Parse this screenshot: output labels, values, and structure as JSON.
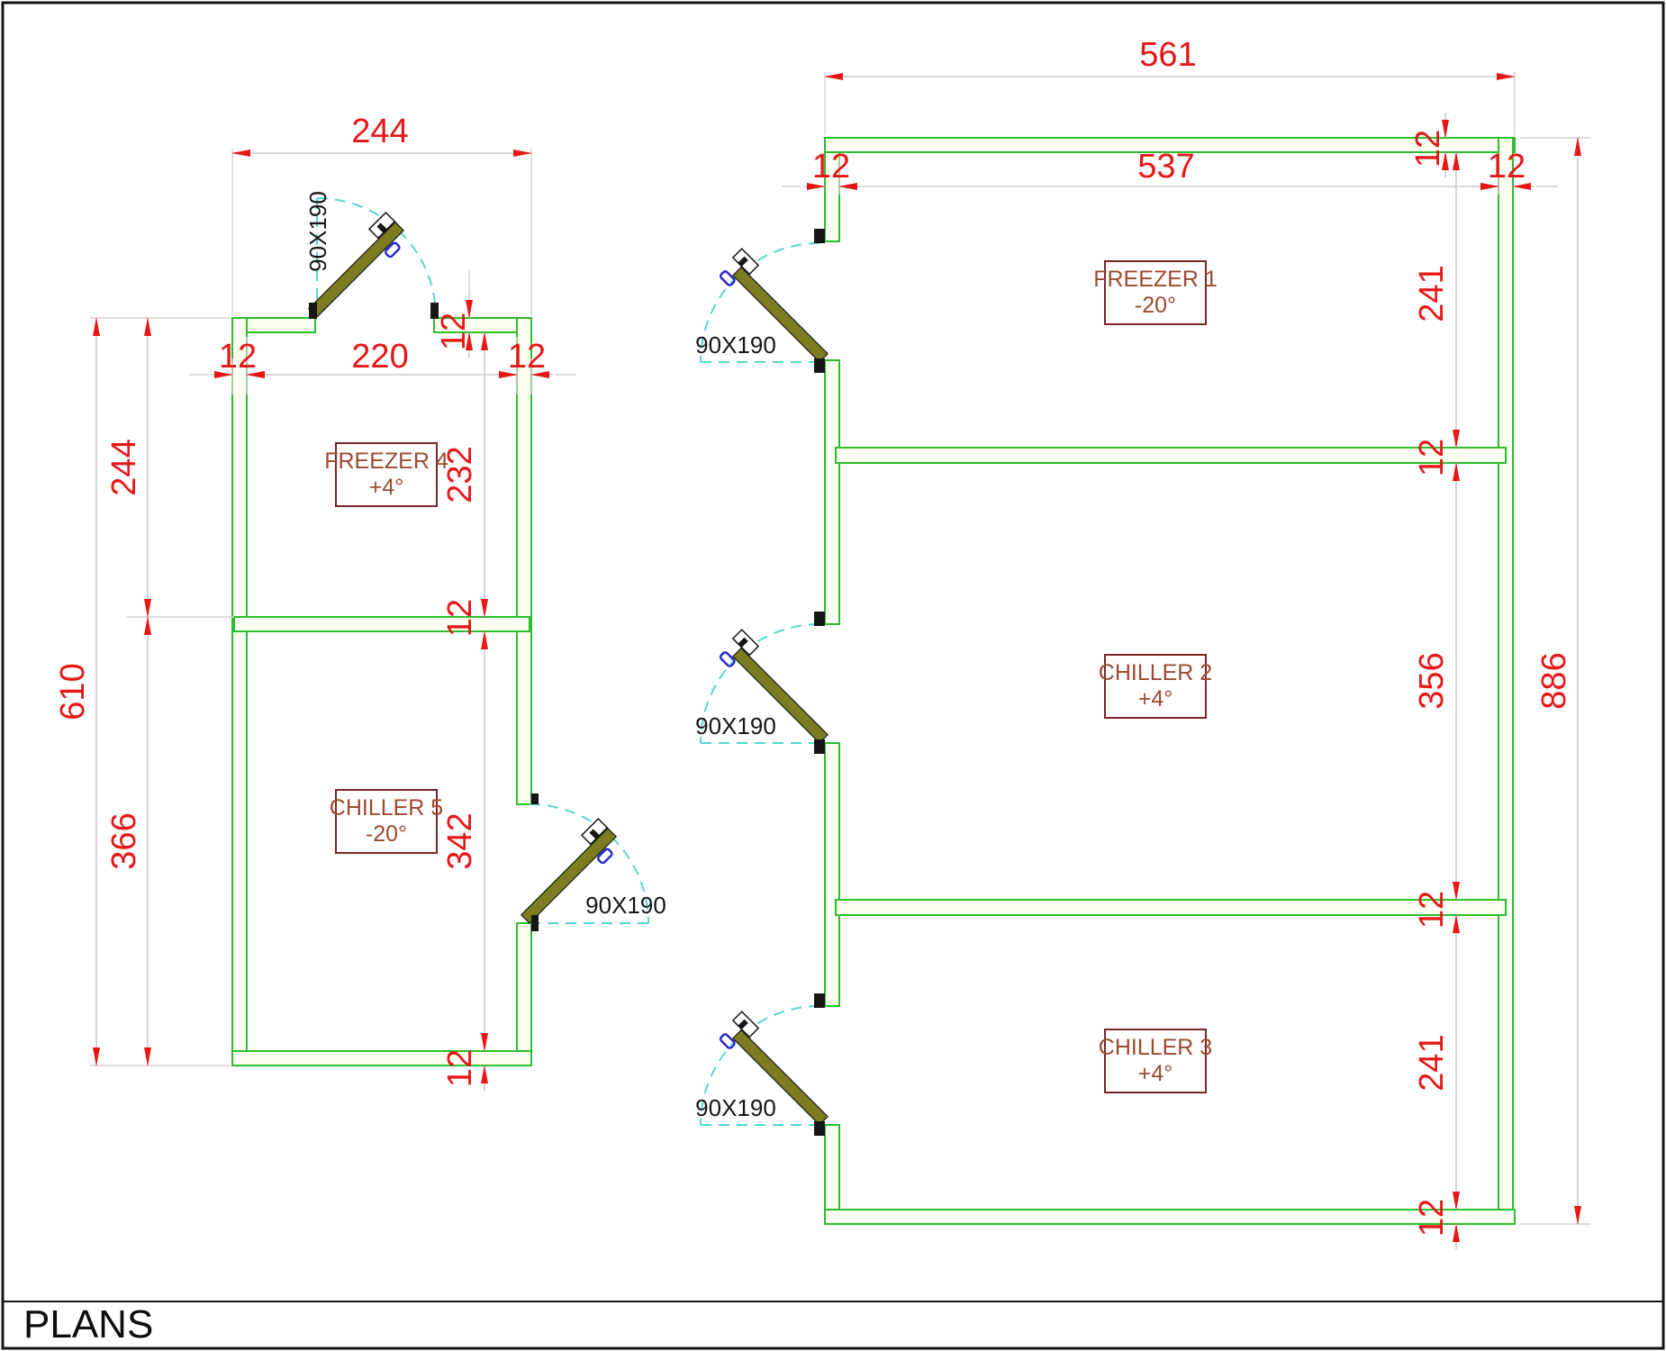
{
  "sheet": {
    "title": "PLANS"
  },
  "palette": {
    "wall_stroke": "#2dbe2d",
    "wall_fill": "#fbfef0",
    "dimension_color": "#e81717",
    "dimension_line": "#d0caca",
    "swing_arc": "#55d8cb",
    "door_leaf": "#7c7c20",
    "door_handle": "#2929cc",
    "room_label_text": "#9c4a31",
    "room_label_box": "#7b2525",
    "ink": "#161616"
  },
  "door_size_label": "90X190",
  "wall_thickness_label": "12",
  "left_plan": {
    "dim_overall_width": "244",
    "dim_clear_width": "220",
    "dim_overall_height": "610",
    "dim_upper_height": "244",
    "dim_lower_height": "366",
    "dim_room1_depth": "232",
    "dim_room2_depth": "342",
    "rooms": [
      {
        "name": "FREEZER 4",
        "temp": "+4°"
      },
      {
        "name": "CHILLER 5",
        "temp": "-20°"
      }
    ]
  },
  "right_plan": {
    "dim_overall_width": "561",
    "dim_clear_width": "537",
    "dim_overall_height": "886",
    "dim_room1_depth": "241",
    "dim_room2_depth": "356",
    "dim_room3_depth": "241",
    "rooms": [
      {
        "name": "FREEZER 1",
        "temp": "-20°"
      },
      {
        "name": "CHILLER 2",
        "temp": "+4°"
      },
      {
        "name": "CHILLER 3",
        "temp": "+4°"
      }
    ]
  }
}
